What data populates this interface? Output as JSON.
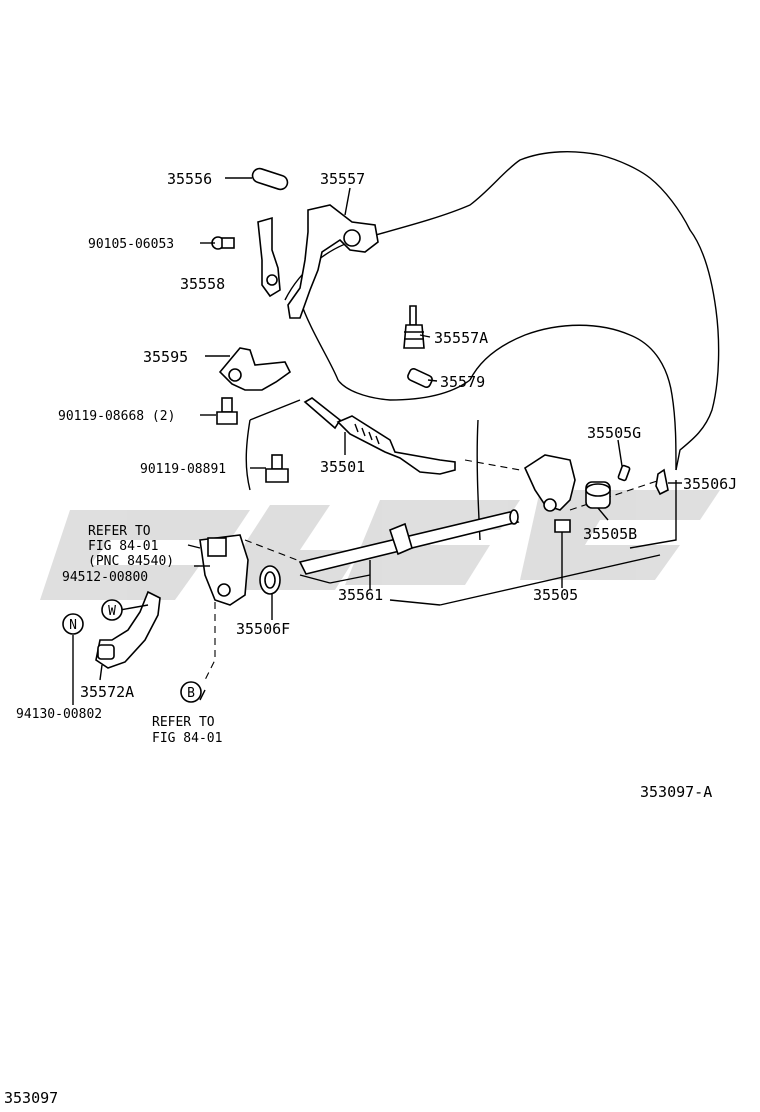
{
  "figure_code": "353097-A",
  "page_code": "353097",
  "parts": {
    "p35556": "35556",
    "p35557": "35557",
    "p90105": "90105-06053",
    "p35558": "35558",
    "p35557A": "35557A",
    "p35595": "35595",
    "p35579": "35579",
    "p90119a": "90119-08668 (2)",
    "p35505G": "35505G",
    "p90119b": "90119-08891",
    "p35501": "35501",
    "p35506J": "35506J",
    "p35505B": "35505B",
    "p94512": "94512-00800",
    "p35561": "35561",
    "p35505": "35505",
    "p35506F": "35506F",
    "p35572A": "35572A",
    "p94130": "94130-00802"
  },
  "refer1": {
    "line1": "REFER TO",
    "line2": "FIG 84-01",
    "line3": "(PNC 84540)"
  },
  "refer2": {
    "line1": "REFER TO",
    "line2": "FIG 84-01"
  },
  "markers": {
    "n": "N",
    "w": "W",
    "b": "B"
  },
  "watermark_color": "#d9d9d9"
}
